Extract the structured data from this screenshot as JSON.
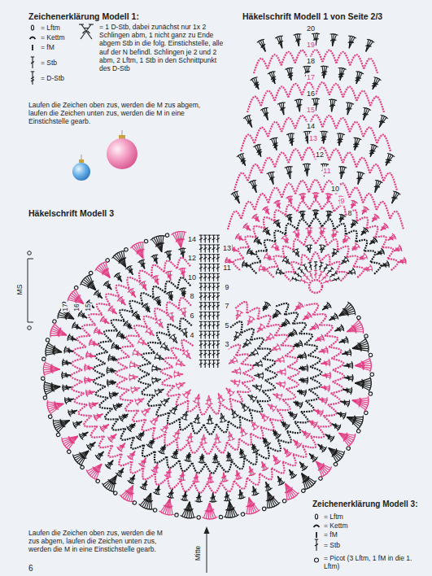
{
  "diagram": {
    "labels": [
      "Zeichenerklärung Modell 1:",
      "Häkelschrift Modell 1 von Seite 2/3",
      "Laufen die Zeichen oben zus, werden die M zus abgem, laufen die Zeichen unten zus, werden die M in eine Einstichstelle gearb.",
      "Häkelschrift Modell 3",
      "Zeichenerklärung Modell 3:",
      "Laufen die Zeichen oben zus, werden die M zus abgem, laufen die Zeichen unten zus, werden die M in eine Einstichstelle gearb.",
      "6",
      "MS",
      "Mitte",
      "20",
      "19",
      "18",
      "17",
      "16",
      "15",
      "14",
      "13",
      "12",
      "11",
      "10",
      "9",
      "8",
      "14",
      "13",
      "12",
      "11",
      "10",
      "9",
      "8",
      "7",
      "6",
      "5",
      "4",
      "3",
      "17",
      "16",
      "15"
    ],
    "legend": [
      {
        "text": "= Lftm"
      },
      {
        "text": "= Kettm"
      },
      {
        "text": "= fM"
      },
      {
        "text": "= Stb"
      },
      {
        "text": "= D-Stb"
      },
      {
        "text": "= 1 D-Stb, dabei zunächst nur 1x 2 Schlingen abm, 1 nicht ganz zu Ende abgem Stb in die folg. Einstichstelle, alle auf der N befindl. Schlingen je 2 und 2 abm, 2 Lftm, 1 Stb in den Schnittpunkt des D-Stb"
      },
      {
        "text": "= Lftm"
      },
      {
        "text": "= Kettm"
      },
      {
        "text": "= fM"
      },
      {
        "text": "= Stb"
      },
      {
        "text": "= Picot (3 Lftm, 1 fM in die 1. Lftm)"
      }
    ]
  }
}
